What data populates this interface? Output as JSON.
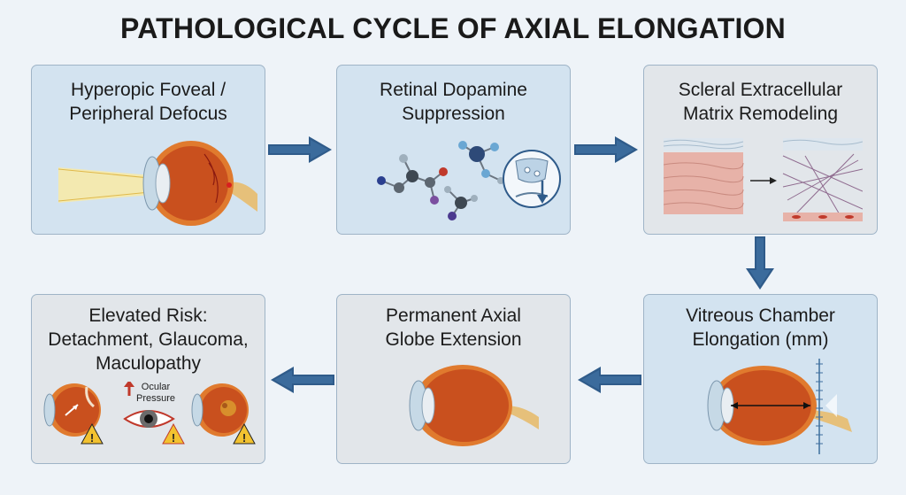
{
  "title": "PATHOLOGICAL CYCLE OF AXIAL ELONGATION",
  "steps": [
    {
      "line1": "Hyperopic Foveal /",
      "line2": "Peripheral Defocus"
    },
    {
      "line1": "Retinal Dopamine",
      "line2": "Suppression"
    },
    {
      "line1": "Scleral Extracellular",
      "line2": "Matrix Remodeling"
    },
    {
      "line1": "Vitreous Chamber",
      "line2": "Elongation (mm)"
    },
    {
      "line1": "Permanent Axial",
      "line2": "Globe Extension"
    },
    {
      "line1": "Elevated Risk:",
      "line2": "Detachment, Glaucoma,",
      "line3": "Maculopathy"
    }
  ],
  "ocular_pressure": {
    "line1": "Ocular",
    "line2": "Pressure"
  },
  "colors": {
    "box_blue": "#d3e3f0",
    "box_grey": "#e2e6ea",
    "arrow": "#2f5b8a",
    "eye_orange": "#e07a2e",
    "warning": "#f2c230"
  }
}
